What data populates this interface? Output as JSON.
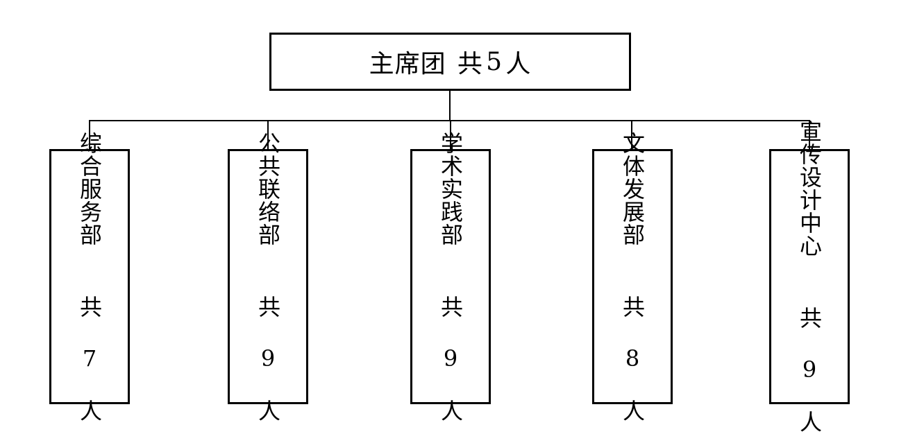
{
  "colors": {
    "background": "#ffffff",
    "border": "#000000",
    "text": "#000000"
  },
  "org_chart": {
    "root": {
      "name": "主席团",
      "count_label": "共",
      "count": "5",
      "count_unit": "人"
    },
    "departments": [
      {
        "name": "综合服务部",
        "count_label": "共",
        "count": "7",
        "count_unit": "人"
      },
      {
        "name": "公共联络部",
        "count_label": "共",
        "count": "9",
        "count_unit": "人"
      },
      {
        "name": "学术实践部",
        "count_label": "共",
        "count": "9",
        "count_unit": "人"
      },
      {
        "name": "文体发展部",
        "count_label": "共",
        "count": "8",
        "count_unit": "人"
      },
      {
        "name": "宣传设计中心",
        "count_label": "共",
        "count": "9",
        "count_unit": "人"
      }
    ]
  }
}
